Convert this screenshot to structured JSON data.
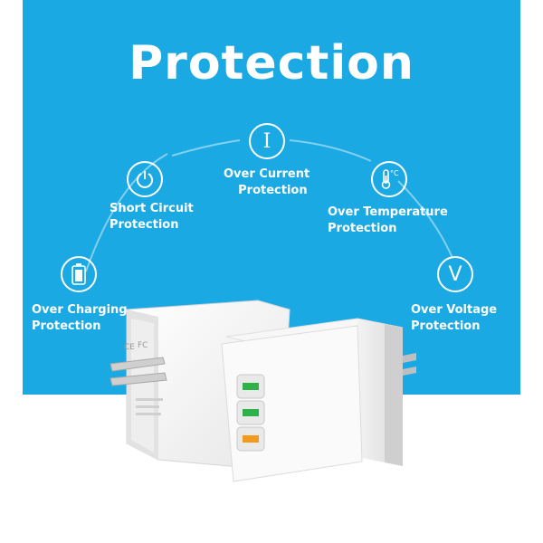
{
  "title": "Protection",
  "features": [
    {
      "icon": "power-icon",
      "line1": "Short Circuit",
      "line2": "Protection"
    },
    {
      "icon": "current-icon",
      "line1": "Over Current",
      "line2": "Protection"
    },
    {
      "icon": "thermometer-icon",
      "line1": "Over Temperature",
      "line2": "Protection"
    },
    {
      "icon": "battery-icon",
      "line1": "Over Charging",
      "line2": "Protection"
    },
    {
      "icon": "voltage-icon",
      "line1": "Over Voltage",
      "line2": "Protection"
    }
  ],
  "icon_glyphs": {
    "current": "I",
    "voltage": "V",
    "temp_unit": "°C"
  },
  "colors": {
    "banner": "#1ba9e4",
    "usb_quick_charge": "#f29a1e",
    "usb_port": "#2fb14a",
    "charger_body": "#f4f4f4"
  },
  "product": "3-port USB wall charger"
}
